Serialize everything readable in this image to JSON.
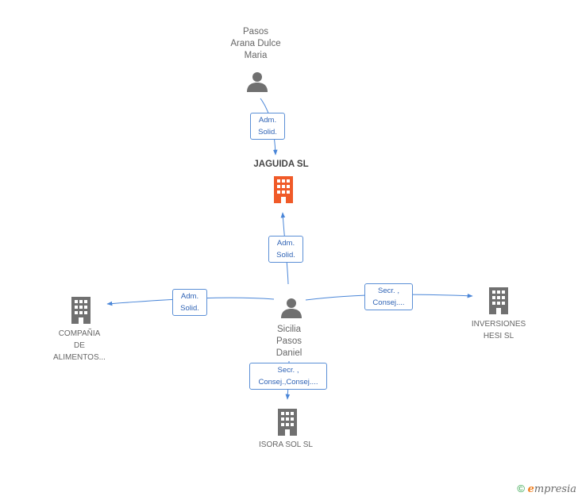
{
  "nodes": {
    "person_top": {
      "label": "Pasos\nArana Dulce\nMaria",
      "icon": "person-icon",
      "color": "#707070"
    },
    "jaguida": {
      "label": "JAGUIDA SL",
      "icon": "building-icon",
      "color": "#f05a28"
    },
    "person_center": {
      "label": "Sicilia\nPasos\nDaniel",
      "icon": "person-icon",
      "color": "#707070"
    },
    "compania": {
      "label": "COMPAÑIA\nDE\nALIMENTOS...",
      "icon": "building-icon",
      "color": "#707070"
    },
    "inversiones": {
      "label": "INVERSIONES\nHESI SL",
      "icon": "building-icon",
      "color": "#707070"
    },
    "isora": {
      "label": "ISORA SOL SL",
      "icon": "building-icon",
      "color": "#707070"
    }
  },
  "edges": {
    "top_to_jaguida": {
      "label": "Adm.\nSolid."
    },
    "center_to_jaguida": {
      "label": "Adm.\nSolid."
    },
    "center_to_compania": {
      "label": "Adm.\nSolid."
    },
    "center_to_inversiones": {
      "label": "Secr. ,\nConsej...."
    },
    "center_to_isora": {
      "label": "Secr. ,\nConsej.,Consej...."
    }
  },
  "colors": {
    "edge": "#4a86d8",
    "edge_label_border": "#5b8fd6"
  },
  "footer": {
    "copyright": "©",
    "brand_initial": "e",
    "brand_rest": "mpresia"
  }
}
